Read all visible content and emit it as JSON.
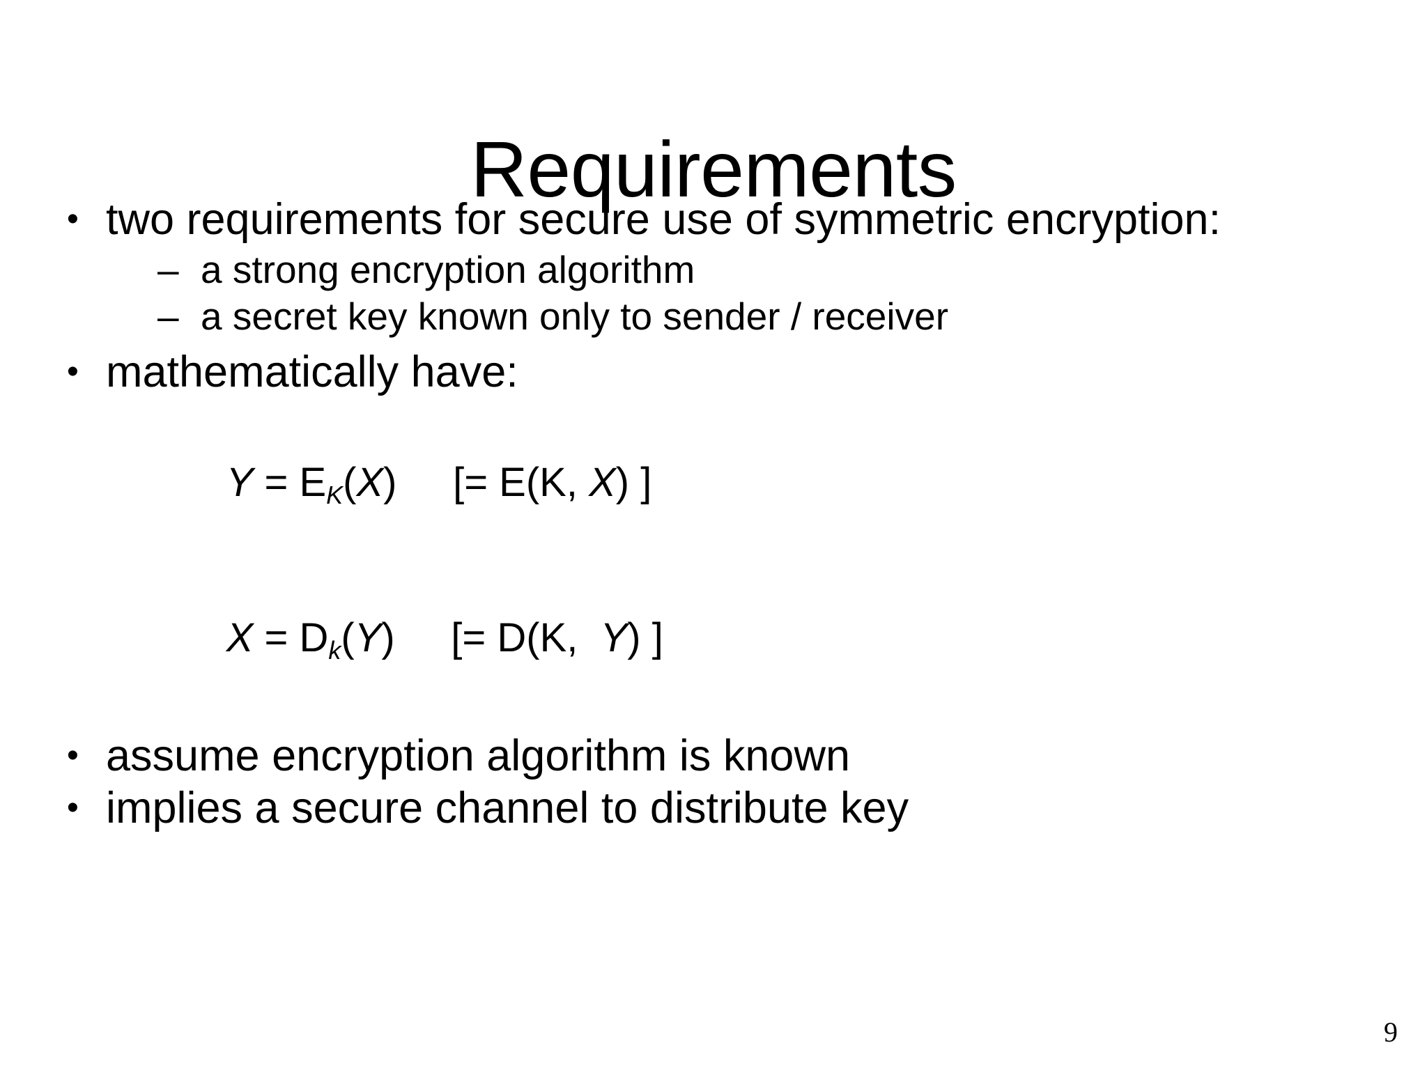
{
  "slide": {
    "title": "Requirements",
    "page_number": "9",
    "background_color": "#ffffff",
    "text_color": "#000000",
    "bullet_glyph": "•",
    "dash_glyph": "–",
    "content": [
      {
        "level": 1,
        "marker": "•",
        "text": "two requirements for secure use of symmetric encryption:"
      },
      {
        "level": 2,
        "marker": "–",
        "text": "a strong encryption algorithm"
      },
      {
        "level": 2,
        "marker": "–",
        "text": "a secret key known only to sender / receiver"
      },
      {
        "level": 1,
        "marker": "•",
        "text": "mathematically have:"
      },
      {
        "level": 1,
        "marker": "•",
        "text": "assume encryption algorithm is known"
      },
      {
        "level": 1,
        "marker": "•",
        "text": "implies a secure channel to distribute key"
      }
    ],
    "formulas": [
      {
        "lhs": "Y",
        "equals": " = ",
        "fn": "E",
        "subscript": "K",
        "open": "(",
        "arg": "X",
        "close": ")",
        "spacer": "     ",
        "bracket_open": "[= E(K, ",
        "bracket_arg": "X",
        "bracket_close": ") ]",
        "plain": "Y = Eₖ(X)     [= E(K, X) ]"
      },
      {
        "lhs": "X",
        "equals": " = ",
        "fn": "D",
        "subscript": "k",
        "open": "(",
        "arg": "Y",
        "close": ")",
        "spacer": "     ",
        "bracket_open": "[= D(K,  ",
        "bracket_arg": "Y",
        "bracket_close": ") ]",
        "plain": "X = Dₖ(Y)     [= D(K,  Y) ]"
      }
    ]
  }
}
